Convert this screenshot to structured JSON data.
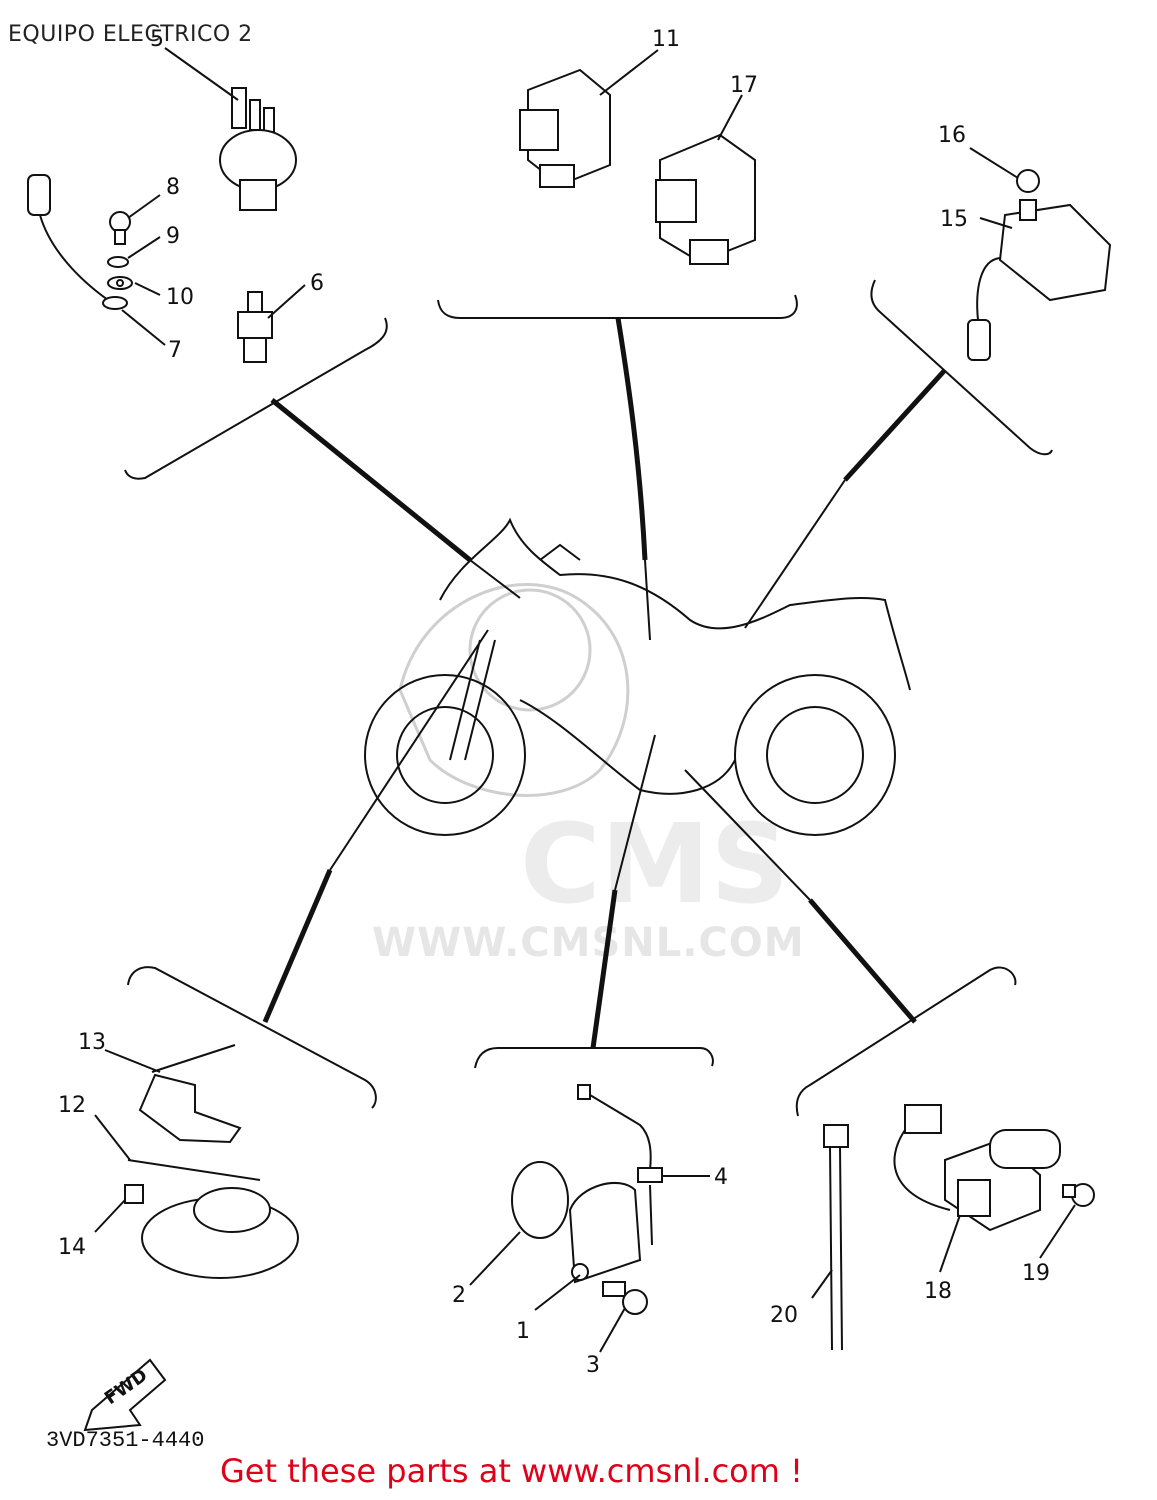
{
  "title": "EQUIPO ELECTRICO 2",
  "drawing_code": "3VD7351-4440",
  "fwd_label": "FWD",
  "watermark": {
    "logo_text": "CMS",
    "url": "WWW.CMSNL.COM"
  },
  "promo_text": "Get these parts at www.cmsnl.com !",
  "colors": {
    "promo": "#e0001a",
    "line": "#111111",
    "watermark": "#e6e6e6"
  },
  "callouts": [
    "1",
    "2",
    "3",
    "4",
    "5",
    "6",
    "7",
    "8",
    "9",
    "10",
    "11",
    "12",
    "13",
    "14",
    "15",
    "16",
    "17",
    "18",
    "19",
    "20"
  ]
}
